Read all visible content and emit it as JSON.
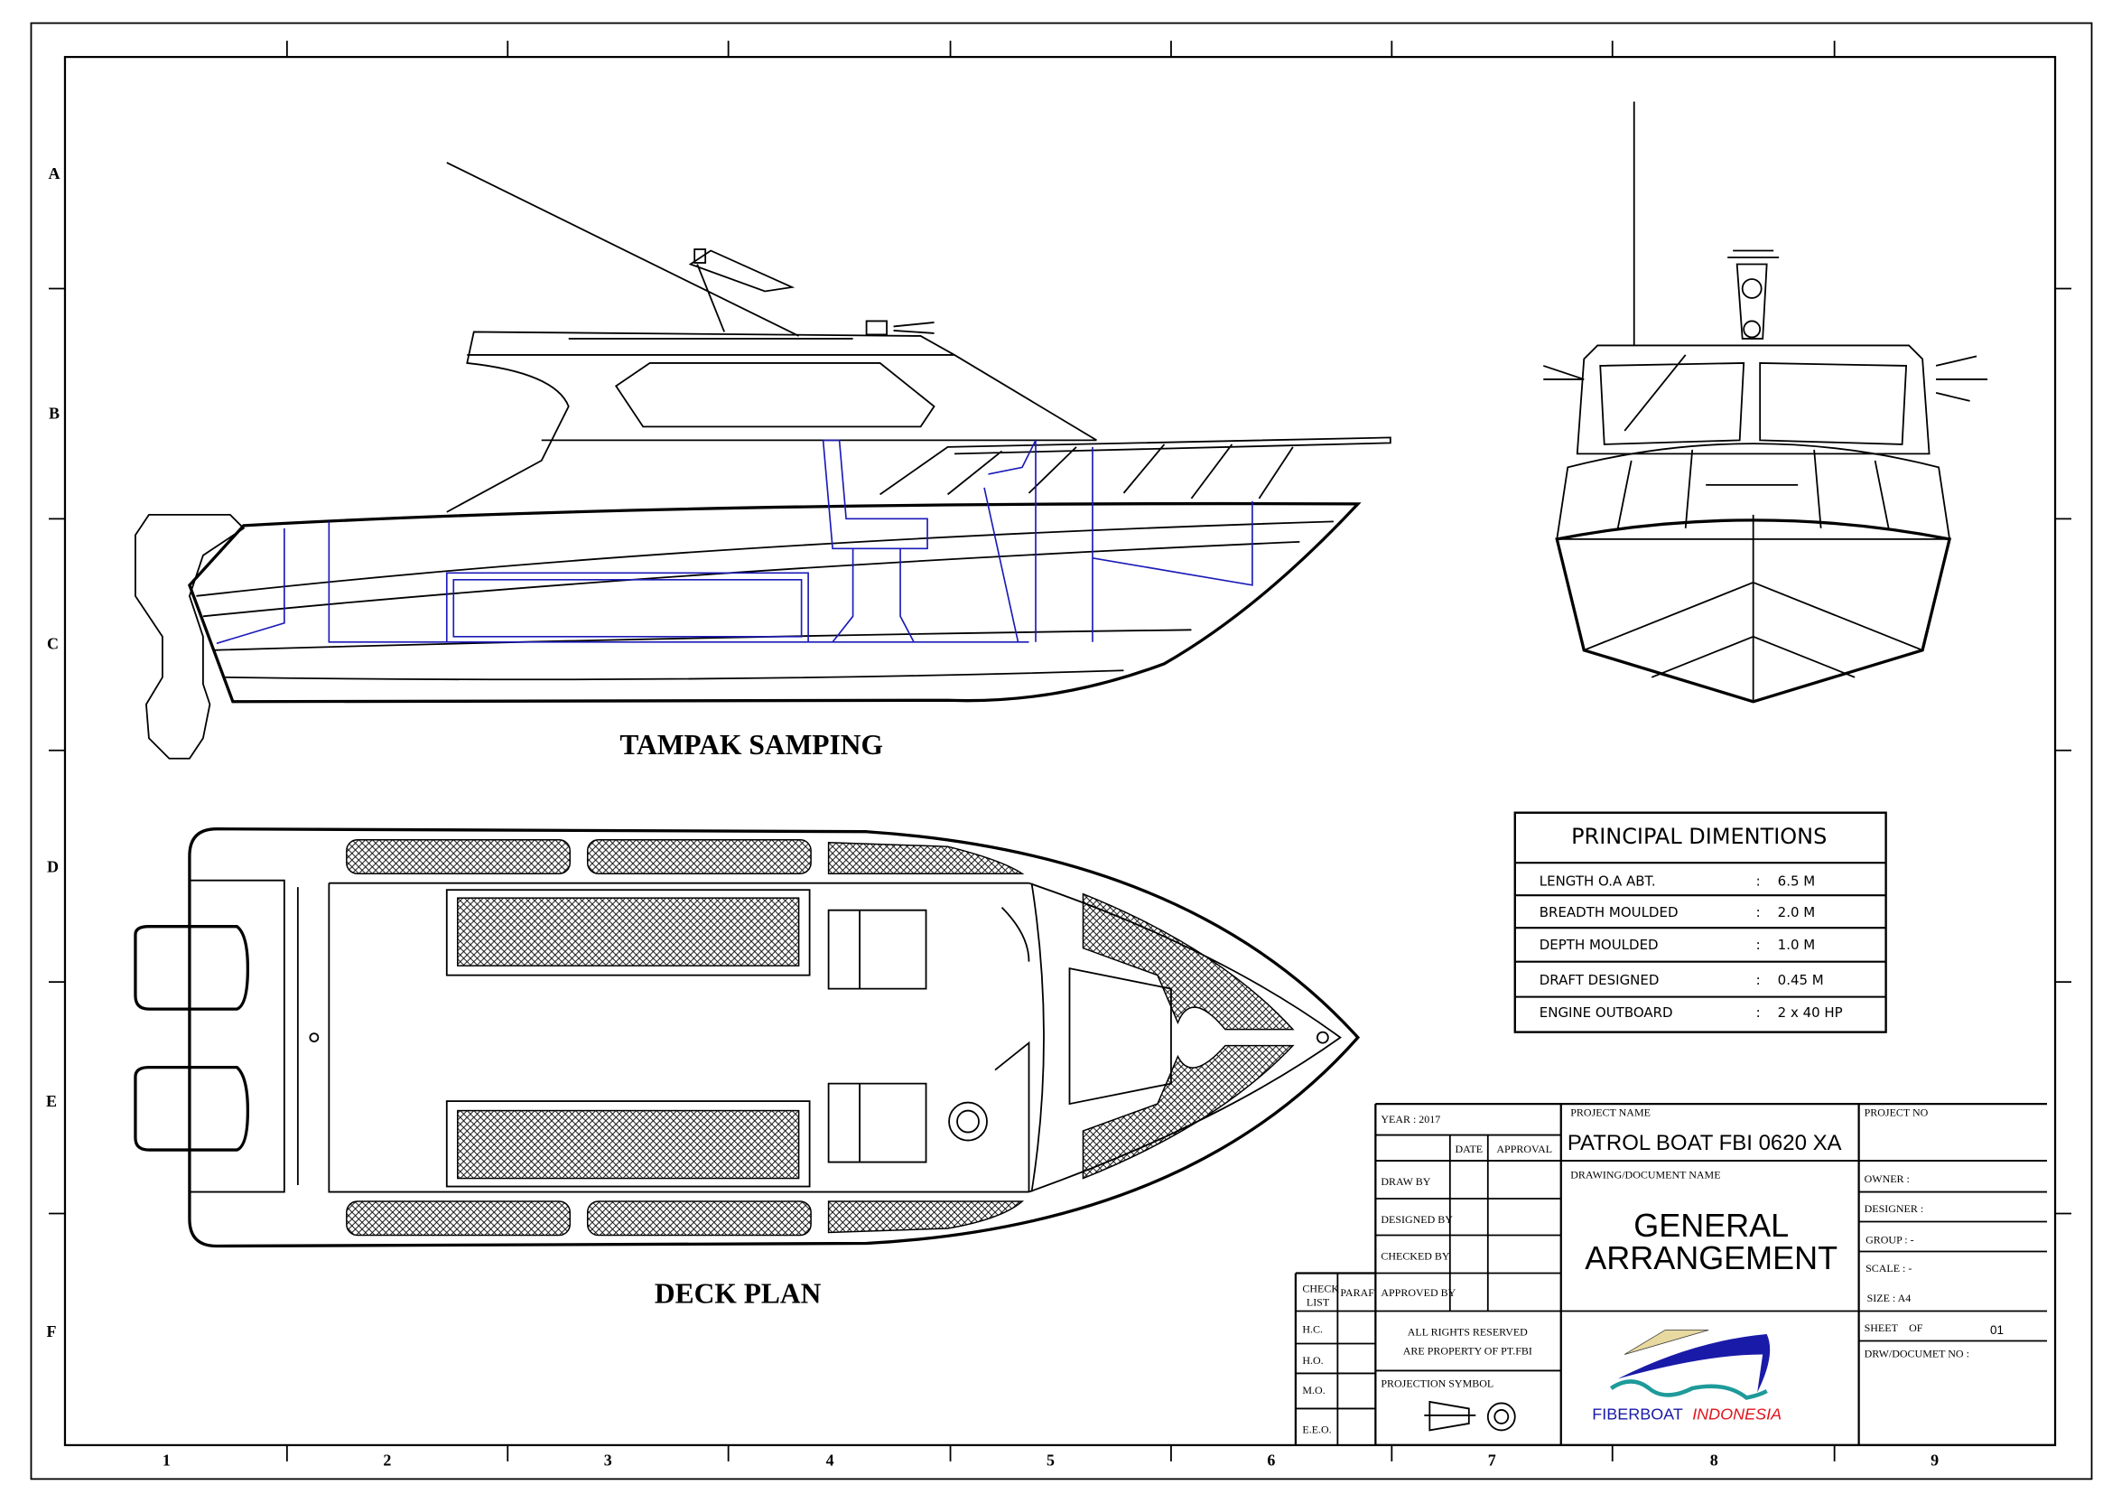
{
  "grid": {
    "columns": [
      "1",
      "2",
      "3",
      "4",
      "5",
      "6",
      "7",
      "8",
      "9"
    ],
    "rows": [
      "A",
      "B",
      "C",
      "D",
      "E",
      "F"
    ]
  },
  "views": {
    "side_view_title": "TAMPAK SAMPING",
    "deck_plan_title": "DECK PLAN"
  },
  "principal_dimensions": {
    "title": "PRINCIPAL DIMENTIONS",
    "rows": [
      {
        "label": "LENGTH O.A ABT.",
        "sep": ":",
        "value": "6.5 M"
      },
      {
        "label": "BREADTH MOULDED",
        "sep": ":",
        "value": "2.0 M"
      },
      {
        "label": "DEPTH MOULDED",
        "sep": ":",
        "value": "1.0 M"
      },
      {
        "label": "DRAFT DESIGNED",
        "sep": ":",
        "value": "0.45 M"
      },
      {
        "label": "ENGINE OUTBOARD",
        "sep": ":",
        "value": "2 x 40 HP"
      }
    ]
  },
  "title_block": {
    "year": "YEAR   :  2017",
    "date": "DATE",
    "approval": "APPROVAL",
    "draw_by": "DRAW BY",
    "designed_by": "DESIGNED BY",
    "checked_by": "CHECKED BY",
    "approved_by": "APPROVED BY",
    "check_list_1": "CHECK",
    "check_list_2": "LIST",
    "paraf": "PARAF",
    "checks": [
      "H.C.",
      "H.O.",
      "M.O.",
      "E.E.O."
    ],
    "rights_1": "ALL RIGHTS RESERVED",
    "rights_2": "ARE PROPERTY OF PT.FBI",
    "projection_symbol": "PROJECTION SYMBOL",
    "project_name_label": "PROJECT NAME",
    "project_name": "PATROL BOAT FBI 0620 XA",
    "drawing_name_label": "DRAWING/DOCUMENT NAME",
    "drawing_name_1": "GENERAL",
    "drawing_name_2": "ARRANGEMENT",
    "logo_text_1": "FIBERBOAT",
    "logo_text_2": "INDONESIA",
    "project_no_label": "PROJECT NO",
    "owner": "OWNER  :",
    "designer": "DESIGNER  :",
    "group": "GROUP  :  -",
    "scale": "SCALE  : -",
    "size": "SIZE   :  A4",
    "sheet": "SHEET",
    "of": "OF",
    "sheet_no": "01",
    "drw_no": "DRW/DOCUMET NO :"
  },
  "colors": {
    "hidden_lines": "#1a1ab8",
    "logo_blue": "#1a1aa8",
    "logo_red": "#e0141e",
    "logo_teal": "#1f9a9a",
    "logo_gold": "#e8d9a0"
  }
}
